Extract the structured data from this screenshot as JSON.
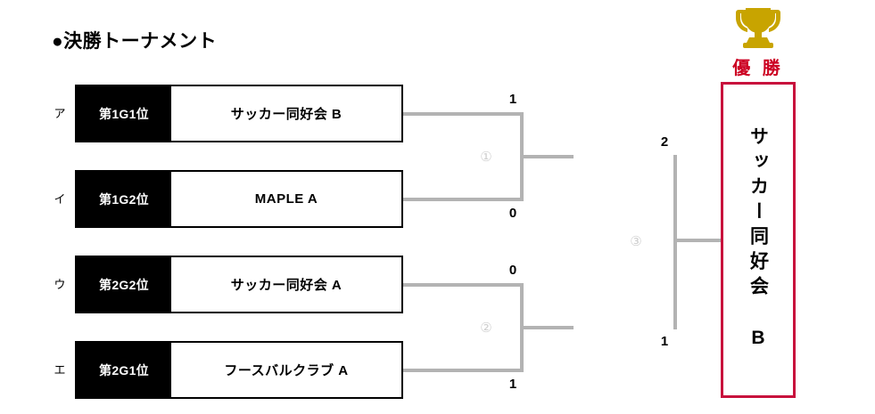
{
  "page": {
    "title": "●決勝トーナメント"
  },
  "colors": {
    "connector": "#b3b3b3",
    "rank_box_bg": "#000000",
    "rank_box_text": "#ffffff",
    "team_box_border": "#000000",
    "champion_red": "#cc0022",
    "winner_border": "#c8103c",
    "trophy_gold": "#c8a400",
    "match_marker": "#cfcfcf"
  },
  "bracket": {
    "seeds": [
      {
        "letter": "ア",
        "rank": "第1G1位",
        "team": "サッカー同好会 B"
      },
      {
        "letter": "イ",
        "rank": "第1G2位",
        "team": "MAPLE A"
      },
      {
        "letter": "ウ",
        "rank": "第2G2位",
        "team": "サッカー同好会 A"
      },
      {
        "letter": "エ",
        "rank": "第2G1位",
        "team": "フースバルクラブ A"
      }
    ],
    "matches": [
      {
        "marker": "①",
        "round": "semifinal",
        "top_score": "1",
        "bottom_score": "0",
        "top_entrant": "サッカー同好会 B",
        "bottom_entrant": "MAPLE A",
        "winner": "サッカー同好会 B"
      },
      {
        "marker": "②",
        "round": "semifinal",
        "top_score": "0",
        "bottom_score": "1",
        "top_entrant": "サッカー同好会 A",
        "bottom_entrant": "フースバルクラブ A",
        "winner": "フースバルクラブ A"
      },
      {
        "marker": "③",
        "round": "final",
        "top_score": "2",
        "bottom_score": "1",
        "top_entrant": "サッカー同好会 B",
        "bottom_entrant": "フースバルクラブ A",
        "winner": "サッカー同好会 B"
      }
    ],
    "champion": {
      "icon": "trophy-icon",
      "label": "優 勝",
      "team": "サッカー同好会 B"
    }
  }
}
